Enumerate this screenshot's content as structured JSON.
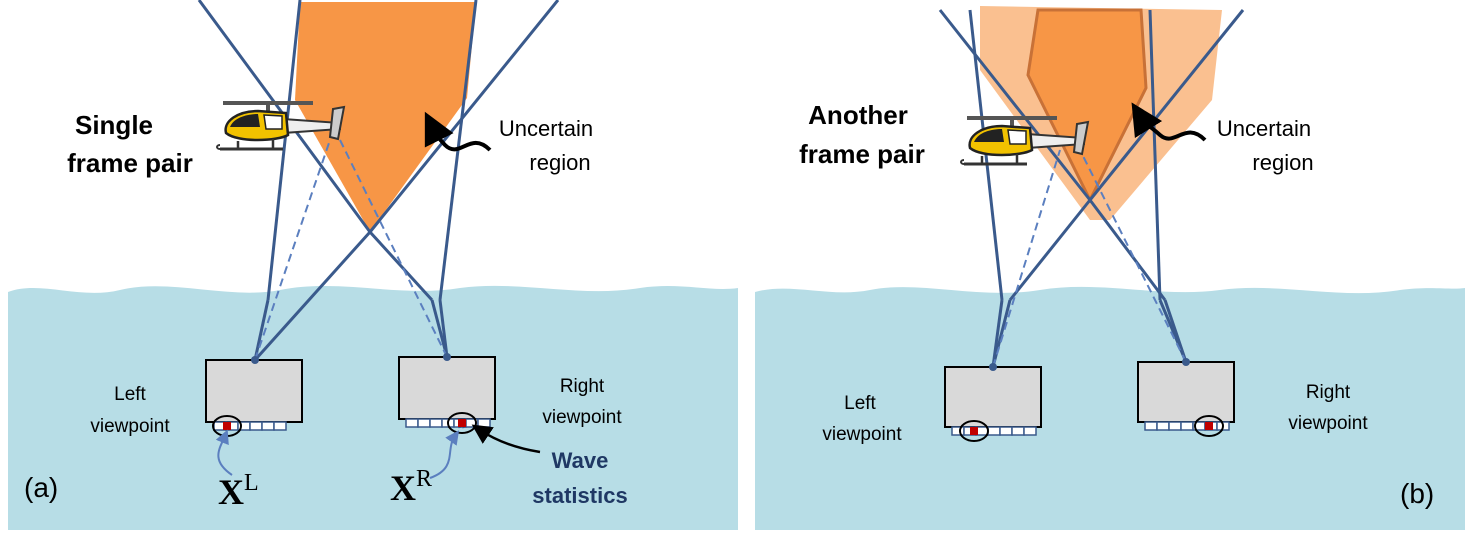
{
  "panel_a": {
    "title_line1": "Single",
    "title_line2": "frame pair",
    "uncertain_line1": "Uncertain",
    "uncertain_line2": "region",
    "left_vp_line1": "Left",
    "left_vp_line2": "viewpoint",
    "right_vp_line1": "Right",
    "right_vp_line2": "viewpoint",
    "xl_base": "X",
    "xl_sup": "L",
    "xr_base": "X",
    "xr_sup": "R",
    "wave_line1": "Wave",
    "wave_line2": "statistics",
    "panel_label": "(a)"
  },
  "panel_b": {
    "title_line1": "Another",
    "title_line2": "frame pair",
    "uncertain_line1": "Uncertain",
    "uncertain_line2": "region",
    "left_vp_line1": "Left",
    "left_vp_line2": "viewpoint",
    "right_vp_line1": "Right",
    "right_vp_line2": "viewpoint",
    "panel_label": "(b)"
  },
  "colors": {
    "water": "#b7dde6",
    "uncertain_region": "#f79646",
    "uncertain_region_light": "#fac090",
    "ray": "#3a5a8c",
    "camera_box": "#d9d9d9",
    "pixel_marker": "#c00000",
    "wave_text": "#1f3864"
  },
  "icons": [
    "helicopter-icon",
    "curved-arrow-icon",
    "camera-icon"
  ]
}
